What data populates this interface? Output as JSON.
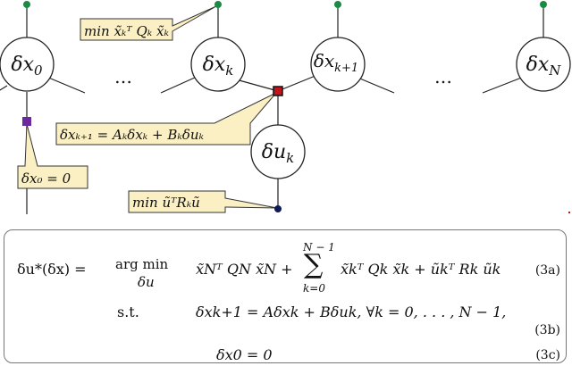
{
  "nodes": [
    {
      "base": "δx",
      "sub": "0"
    },
    {
      "base": "δx",
      "sub": "k"
    },
    {
      "base": "δx",
      "sub": "k+1"
    },
    {
      "base": "δx",
      "sub": "N"
    },
    {
      "base": "δu",
      "sub": "k"
    }
  ],
  "ellipses": [
    "…",
    "…"
  ],
  "callouts": {
    "state_cost": "min x̃ₖᵀ Qₖ x̃ₖ",
    "dynamics": "δxₖ₊₁ = Aₖδxₖ + Bₖδuₖ",
    "initial": "δx₀ = 0",
    "input_cost": "min ũᵀRₖũ"
  },
  "colors": {
    "state_cost_dot": "#1a8a45",
    "dynamics_square": "#c0141c",
    "initial_square": "#6a2a9e",
    "input_cost_dot": "#0d1a55",
    "callout_fill": "#fbf0c4",
    "node_stroke": "#222222"
  },
  "equations": {
    "lhs": "δu*(δx) =",
    "argmin_top": "arg min",
    "argmin_var": "δu",
    "objective_a": "x̃Nᵀ QN x̃N +",
    "sum_upper": "N − 1",
    "sum_symbol": "∑",
    "sum_lower": "k=0",
    "objective_b": "x̃kᵀ Qk x̃k + ũkᵀ Rk ũk",
    "st": "s.t.",
    "constraint1": "δxk+1 = Aδxk + Bδuk,   ∀k = 0, . . . , N − 1,",
    "constraint2": "δx0 = 0",
    "num_a": "(3a)",
    "num_b": "(3b)",
    "num_c": "(3c)"
  }
}
